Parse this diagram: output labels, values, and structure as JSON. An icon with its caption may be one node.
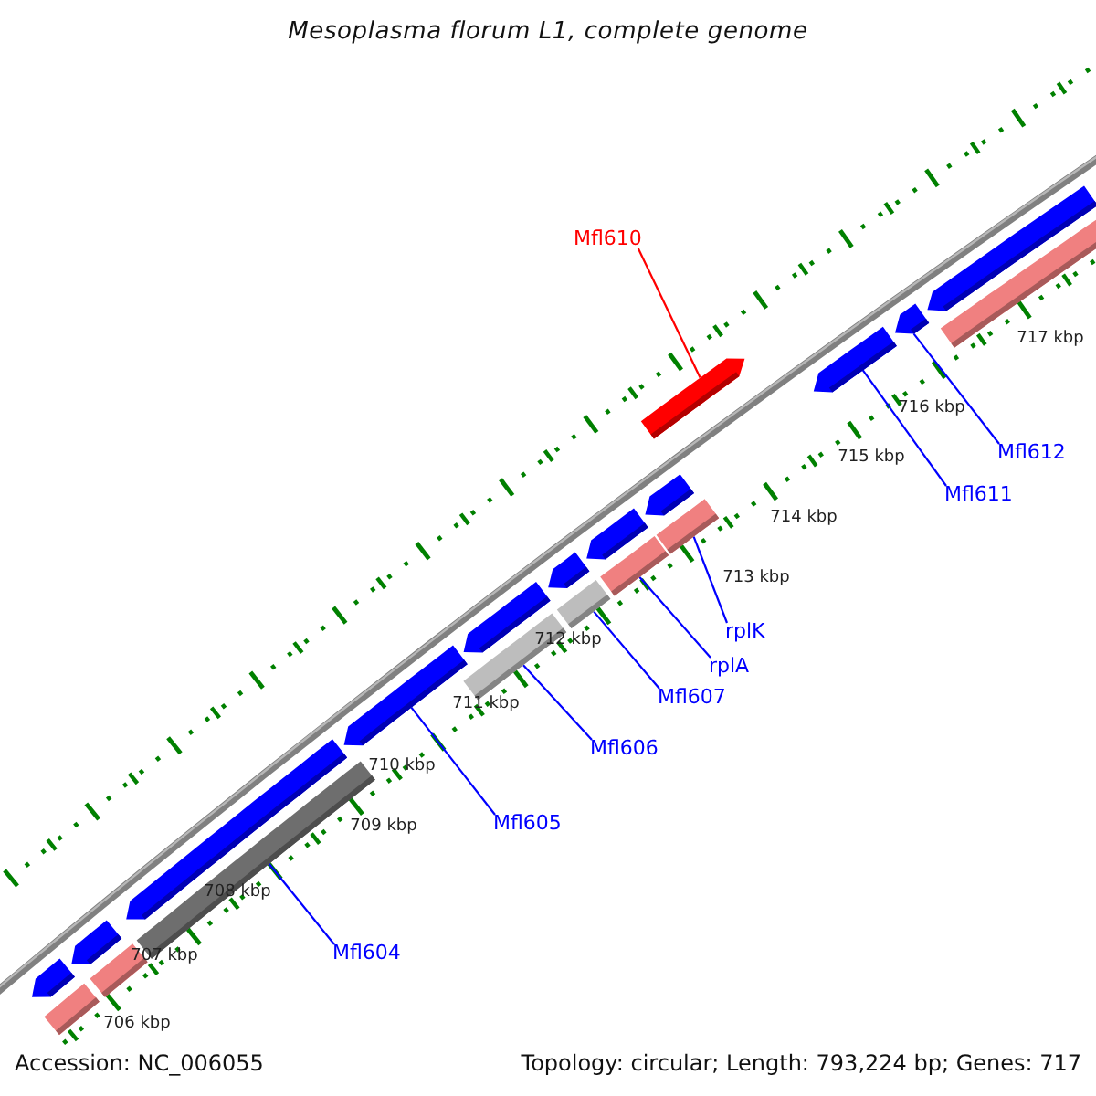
{
  "diagram": {
    "title": "Mesoplasma florum L1, complete genome",
    "nodes": [
      {
        "text": [
          "Mfl610"
        ]
      },
      {
        "text": [
          "Mfl612"
        ]
      },
      {
        "text": [
          "Mfl611"
        ]
      },
      {
        "text": [
          "rplK"
        ]
      },
      {
        "text": [
          "rplA"
        ]
      },
      {
        "text": [
          "Mfl607"
        ]
      },
      {
        "text": [
          "Mfl606"
        ]
      },
      {
        "text": [
          "Mfl605"
        ]
      },
      {
        "text": [
          "Mfl604"
        ]
      },
      {
        "text": [],
        "shape": "bar"
      },
      {
        "text": [],
        "shape": "pentagon"
      },
      {
        "text": [],
        "shape": "pentagon"
      },
      {
        "text": [],
        "shape": "bar"
      },
      {
        "text": [],
        "shape": "bar"
      },
      {
        "text": [],
        "shape": "pentagon"
      },
      {
        "text": [],
        "shape": "pentagon"
      },
      {
        "text": [],
        "shape": "bar"
      },
      {
        "text": [],
        "shape": "pentagon"
      },
      {
        "text": [],
        "shape": "bar"
      },
      {
        "text": [],
        "shape": "pentagon"
      },
      {
        "text": [],
        "shape": "bar"
      },
      {
        "text": [],
        "shape": "pentagon"
      },
      {
        "text": [],
        "shape": "bar"
      },
      {
        "text": [],
        "shape": "pentagon"
      },
      {
        "text": [],
        "shape": "pentagon"
      },
      {
        "text": [],
        "shape": "pentagon"
      },
      {
        "text": [],
        "shape": "pentagon"
      },
      {
        "text": [],
        "shape": "bar"
      },
      {
        "text": [],
        "shape": "pentagon"
      }
    ],
    "edges": [
      {
        "from": 0,
        "to": 24,
        "arrow": "none",
        "color": "#ff0000"
      },
      {
        "from": 1,
        "to": 26,
        "arrow": "none"
      },
      {
        "from": 2,
        "to": 25,
        "arrow": "none"
      },
      {
        "from": 3,
        "to": 22,
        "arrow": "none"
      },
      {
        "from": 4,
        "to": 20,
        "arrow": "none"
      },
      {
        "from": 5,
        "to": 18,
        "arrow": "none"
      },
      {
        "from": 6,
        "to": 16,
        "arrow": "none"
      },
      {
        "from": 7,
        "to": 15,
        "arrow": "none"
      },
      {
        "from": 8,
        "to": 13,
        "arrow": "none"
      }
    ],
    "labels": [
      "717 kbp",
      "716 kbp",
      "715 kbp",
      "714 kbp",
      "713 kbp",
      "712 kbp",
      "711 kbp",
      "710 kbp",
      "709 kbp",
      "708 kbp",
      "707 kbp",
      "706 kbp",
      "Accession: NC_006055",
      "Topology: circular; Length: 793,224 bp; Genes: 717"
    ]
  }
}
